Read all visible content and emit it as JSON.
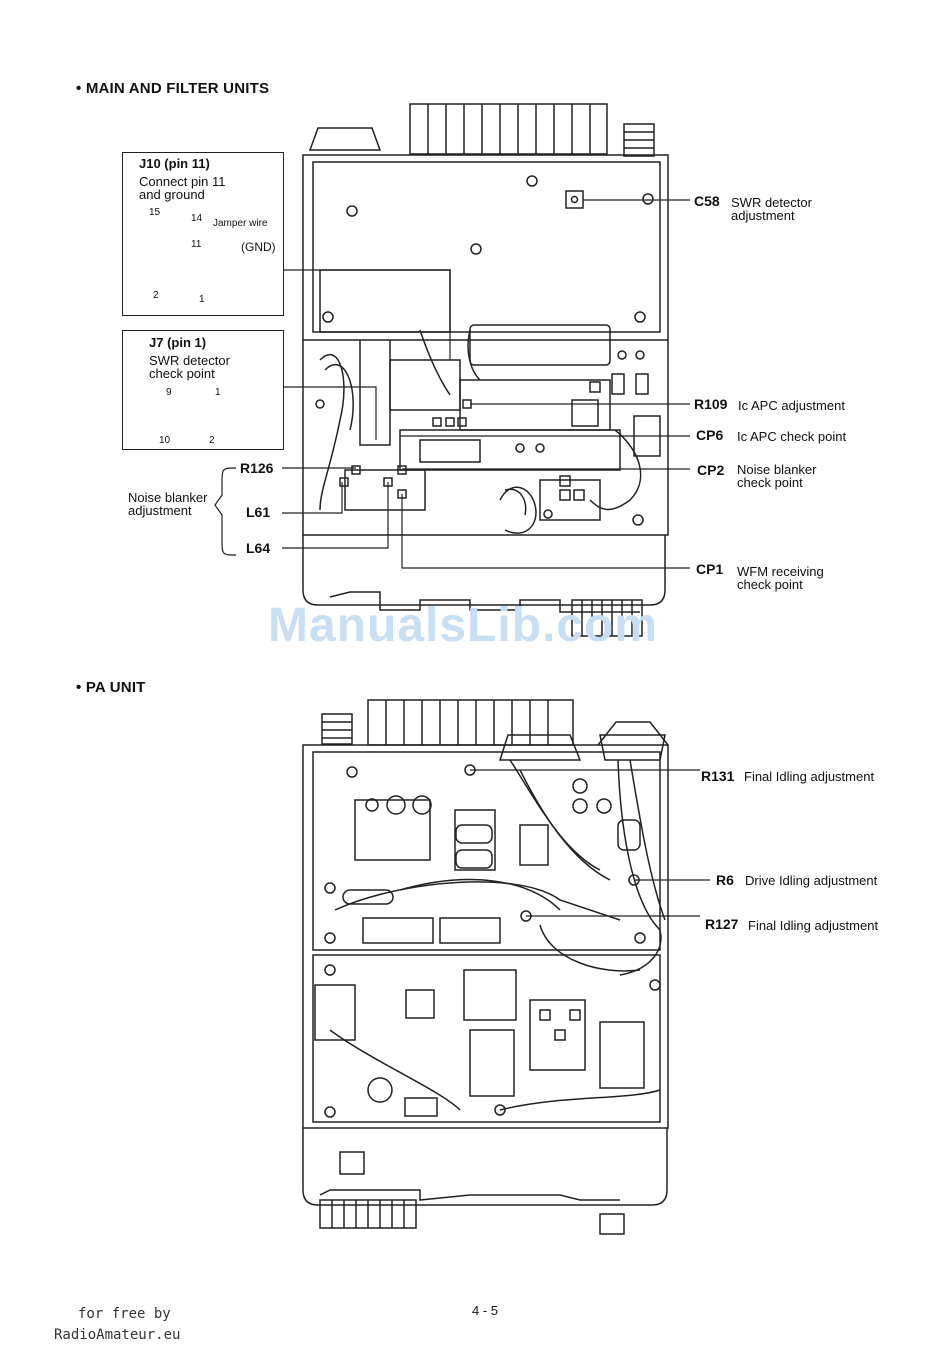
{
  "section1": {
    "heading": "• MAIN AND FILTER UNITS"
  },
  "section2": {
    "heading": "• PA UNIT"
  },
  "j10": {
    "title": "J10 (pin 11)",
    "line1": "Connect pin 11",
    "line2": "and ground",
    "pin15": "15",
    "pin14": "14",
    "pin11": "11",
    "pin2": "2",
    "pin1": "1",
    "jumper": "Jamper wire",
    "gnd": "(GND)"
  },
  "j7": {
    "title": "J7 (pin 1)",
    "line1": "SWR detector",
    "line2": "check point",
    "pin9": "9",
    "pin1": "1",
    "pin10": "10",
    "pin2": "2"
  },
  "noise": {
    "line1": "Noise blanker",
    "line2": "adjustment"
  },
  "labels_main": {
    "c58": {
      "code": "C58",
      "d1": "SWR detector",
      "d2": "adjustment"
    },
    "r109": {
      "code": "R109",
      "d1": "Ic APC adjustment"
    },
    "cp6": {
      "code": "CP6",
      "d1": "Ic APC check point"
    },
    "cp2": {
      "code": "CP2",
      "d1": "Noise blanker",
      "d2": "check point"
    },
    "cp1": {
      "code": "CP1",
      "d1": "WFM receiving",
      "d2": "check point"
    },
    "r126": "R126",
    "l61": "L61",
    "l64": "L64"
  },
  "labels_pa": {
    "r131": {
      "code": "R131",
      "d1": "Final Idling adjustment"
    },
    "r6": {
      "code": "R6",
      "d1": "Drive Idling adjustment"
    },
    "r127": {
      "code": "R127",
      "d1": "Final Idling adjustment"
    }
  },
  "watermark": "ManualsLib.com",
  "page_number": "4 - 5",
  "footer": {
    "line1": "for free by",
    "line2": "RadioAmateur.eu"
  }
}
